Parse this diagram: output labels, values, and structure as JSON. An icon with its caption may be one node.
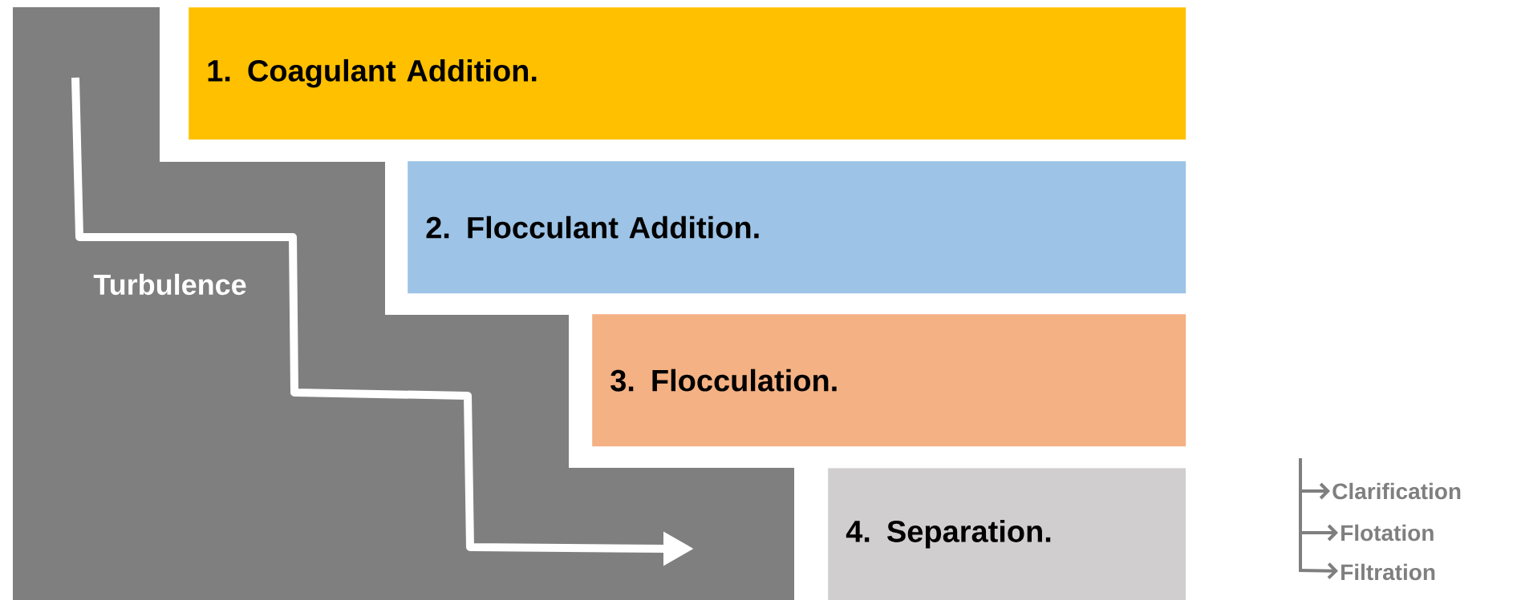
{
  "diagram": {
    "nodes": [
      {
        "text": [
          "Turbulence"
        ]
      },
      {
        "text": [
          "1. Coagulant Addition."
        ]
      },
      {
        "text": [
          "2. Flocculant Addition."
        ]
      },
      {
        "text": [
          "3. Flocculation."
        ]
      },
      {
        "text": [
          "4. Separation."
        ]
      },
      {
        "text": [
          "Clarification"
        ]
      },
      {
        "text": [
          "Flotation"
        ]
      },
      {
        "text": [
          "Filtration"
        ]
      }
    ],
    "edges": [
      {
        "from": null,
        "to": 5,
        "arrow": "to"
      },
      {
        "from": null,
        "to": 6,
        "arrow": "to"
      },
      {
        "from": null,
        "to": 7,
        "arrow": "to"
      }
    ]
  }
}
